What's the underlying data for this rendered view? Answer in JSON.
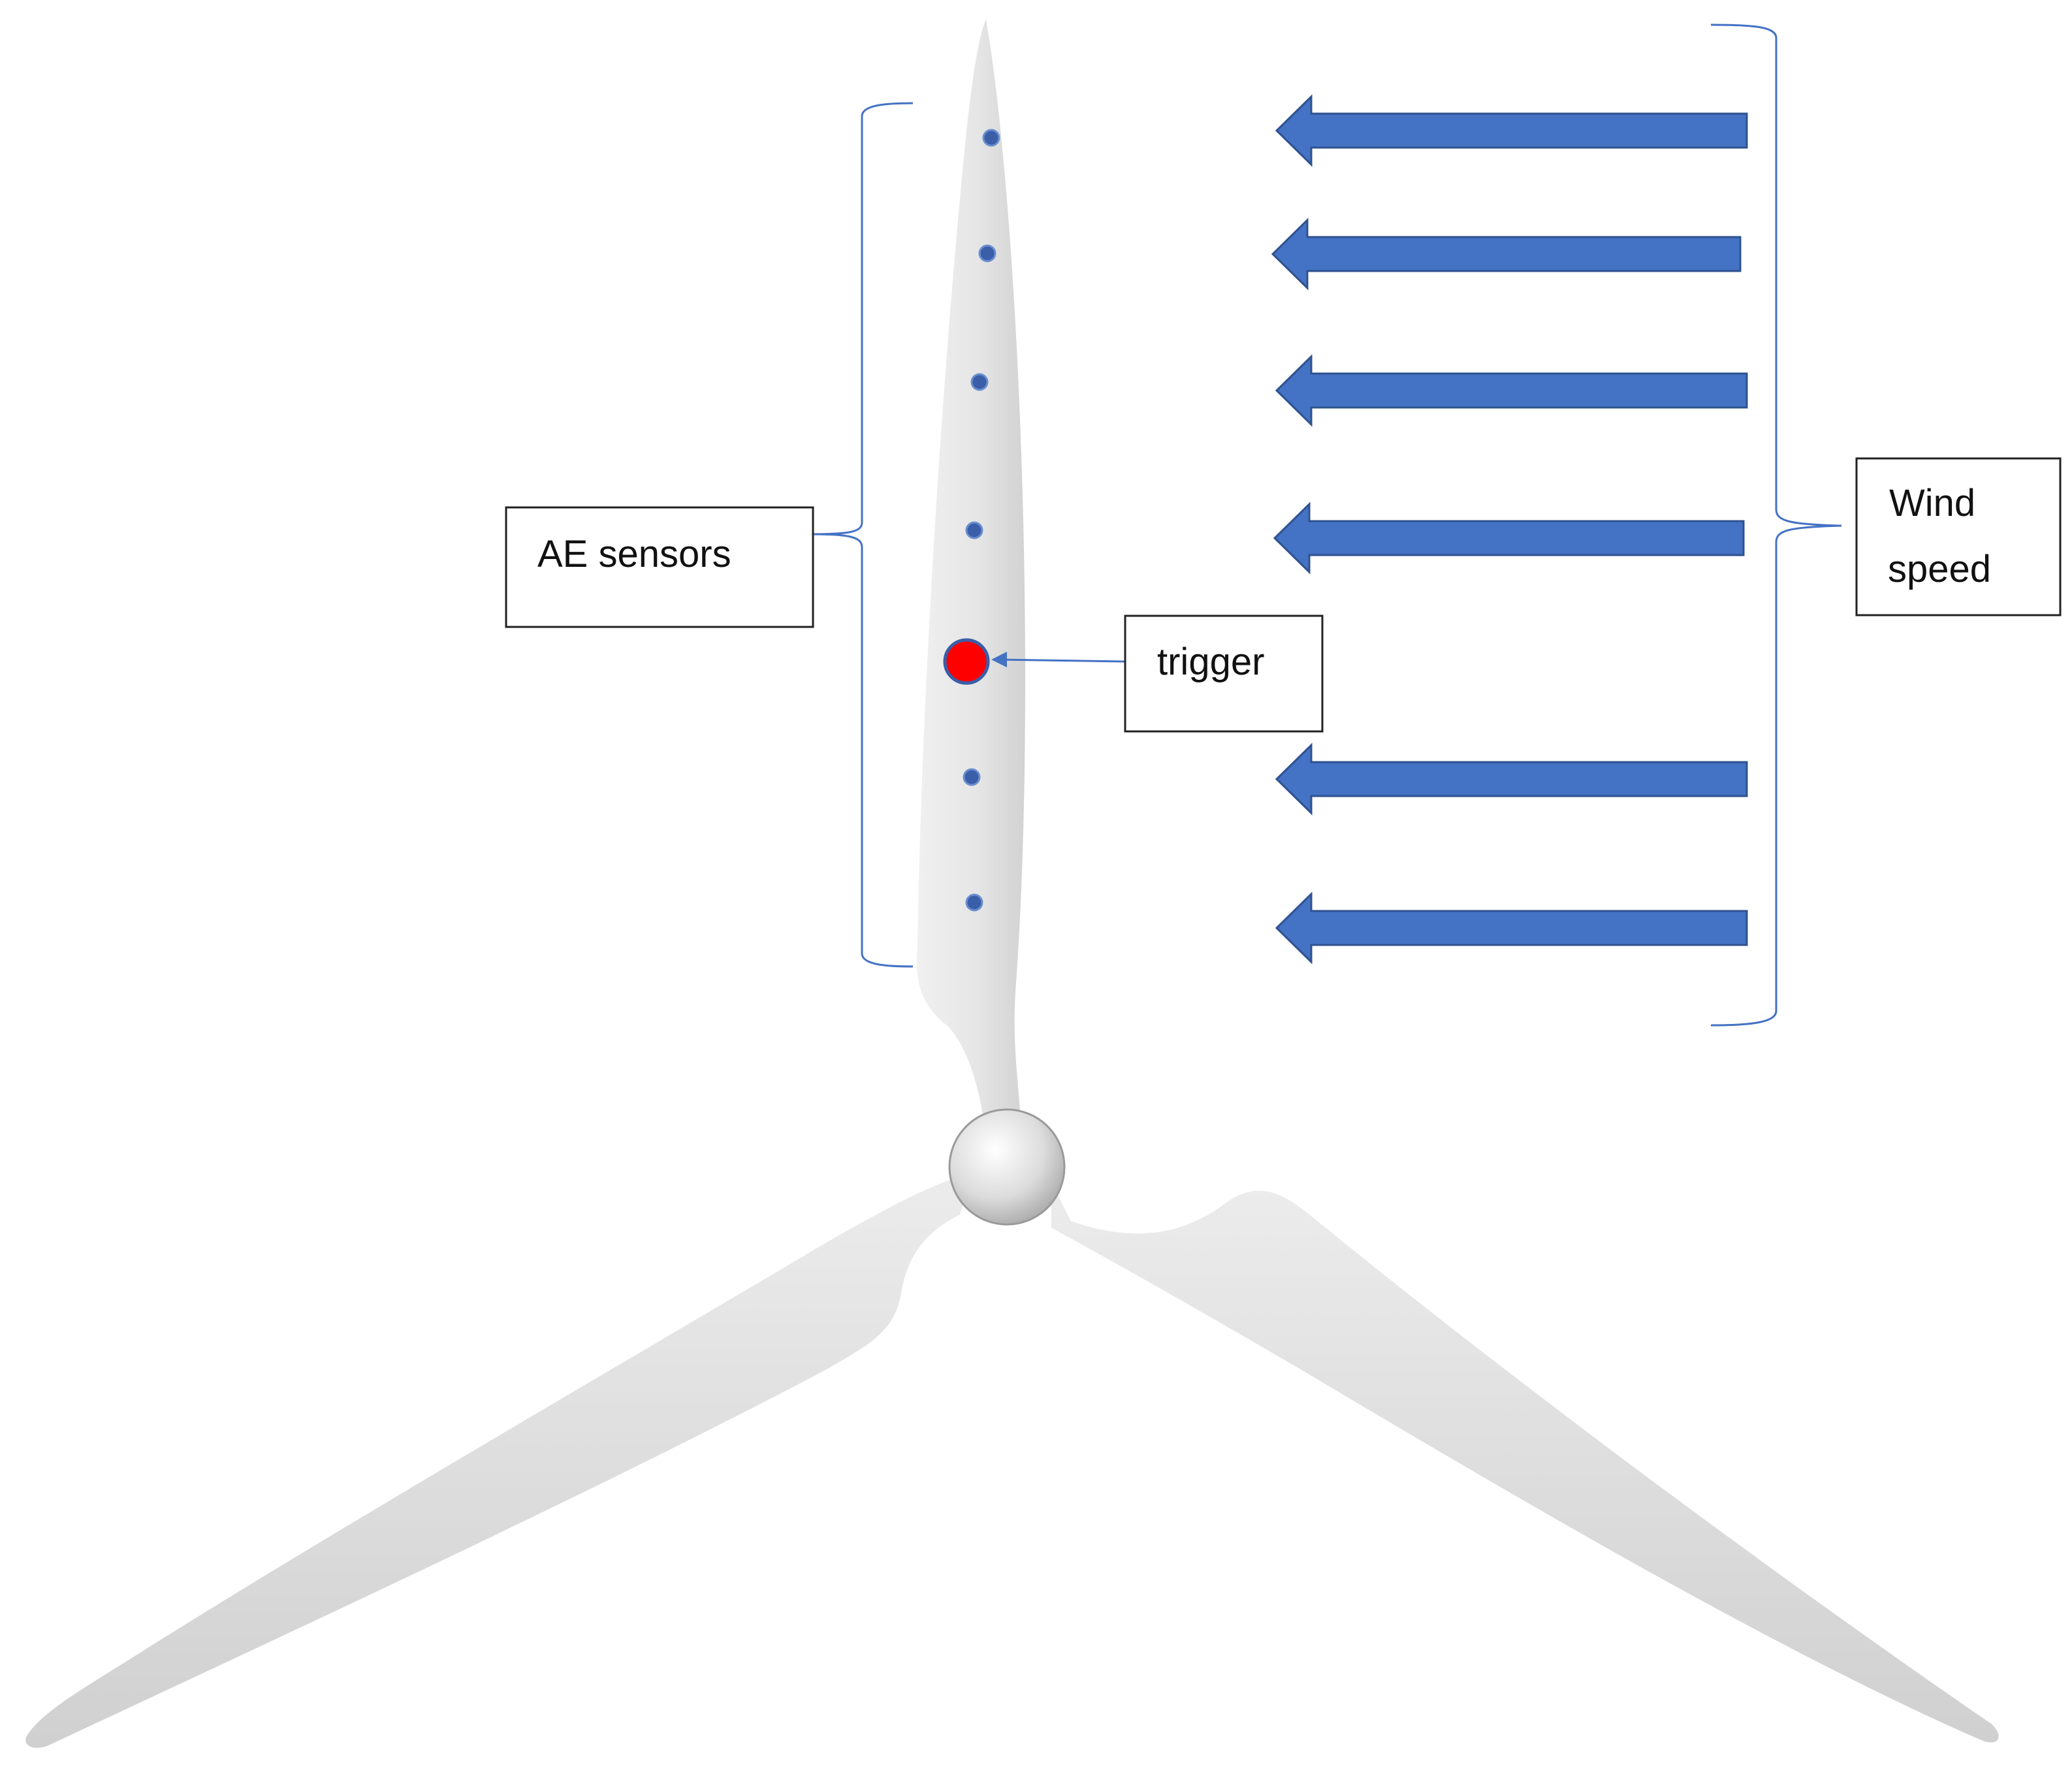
{
  "labels": {
    "ae_sensors": "AE sensors",
    "trigger": "trigger",
    "wind_line1": "Wind",
    "wind_line2": "speed"
  },
  "counts": {
    "ae_sensors": 6,
    "trigger_sensors": 1,
    "wind_arrows": 6
  },
  "colors": {
    "sensor_dot": "#3a5ea8",
    "trigger_dot": "#ff0000",
    "wind_arrow": "#4472c4",
    "bracket": "#4472c4",
    "blade": "#e4e4e4",
    "hub": "#d6d6d6"
  }
}
